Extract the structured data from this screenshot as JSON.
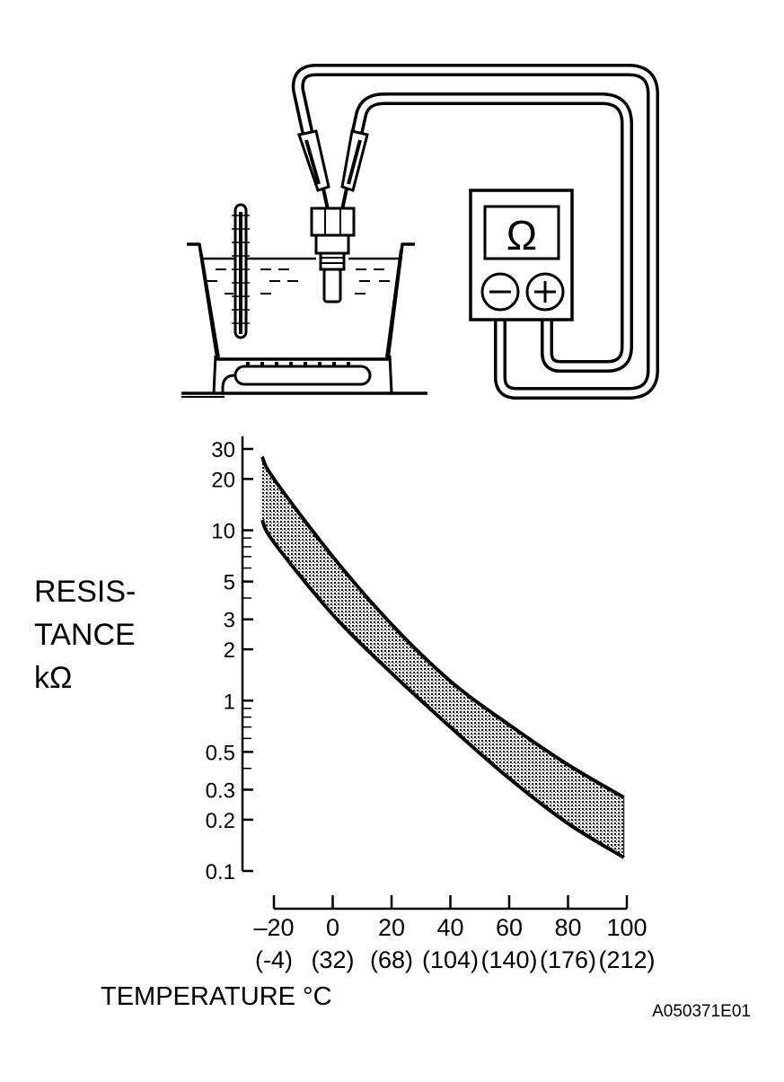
{
  "meter": {
    "symbol": "Ω",
    "minus_symbol": "−",
    "plus_symbol": "+"
  },
  "chart_data": {
    "type": "area",
    "ylabel_lines": [
      "RESIS-",
      "TANCE",
      "kΩ"
    ],
    "xlabel": "TEMPERATURE °C",
    "y_scale": "log",
    "ylim": [
      0.1,
      30
    ],
    "xlim": [
      -20,
      100
    ],
    "y_ticks": [
      {
        "value": 30,
        "label": "30"
      },
      {
        "value": 20,
        "label": "20"
      },
      {
        "value": 10,
        "label": "10"
      },
      {
        "value": 5,
        "label": "5"
      },
      {
        "value": 3,
        "label": "3"
      },
      {
        "value": 2,
        "label": "2"
      },
      {
        "value": 1,
        "label": "1"
      },
      {
        "value": 0.5,
        "label": "0.5"
      },
      {
        "value": 0.3,
        "label": "0.3"
      },
      {
        "value": 0.2,
        "label": "0.2"
      },
      {
        "value": 0.1,
        "label": "0.1"
      }
    ],
    "x_ticks": [
      {
        "value": -20,
        "label": "–20",
        "sub": "(-4)"
      },
      {
        "value": 0,
        "label": "0",
        "sub": "(32)"
      },
      {
        "value": 20,
        "label": "20",
        "sub": "(68)"
      },
      {
        "value": 40,
        "label": "40",
        "sub": "(104)"
      },
      {
        "value": 60,
        "label": "60",
        "sub": "(140)"
      },
      {
        "value": 80,
        "label": "80",
        "sub": "(176)"
      },
      {
        "value": 100,
        "label": "100",
        "sub": "(212)"
      }
    ],
    "series": [
      {
        "x": [
          -24,
          -20,
          0,
          20,
          40,
          60,
          80,
          99
        ],
        "values": [
          27,
          20,
          7,
          2.8,
          1.3,
          0.72,
          0.42,
          0.27
        ]
      },
      {
        "x": [
          -24,
          -20,
          0,
          20,
          40,
          60,
          80,
          99
        ],
        "values": [
          11.5,
          8.5,
          3.2,
          1.45,
          0.7,
          0.35,
          0.19,
          0.12
        ]
      }
    ],
    "band_fill": "#bdbdbd"
  },
  "figure_code": "A050371E01"
}
